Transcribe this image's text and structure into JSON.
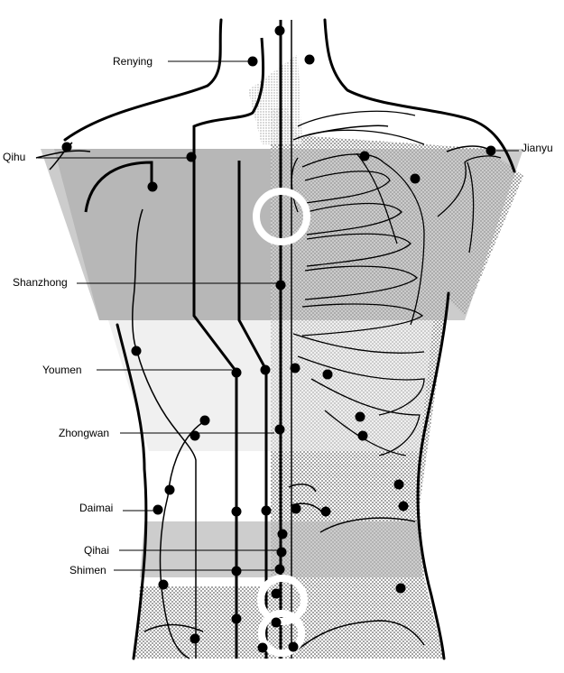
{
  "labels": {
    "renying": "Renying",
    "qihu": "Qihu",
    "jianyu": "Jianyu",
    "shanzhong": "Shanzhong",
    "youmen": "Youmen",
    "zhongwan": "Zhongwan",
    "daimai": "Daimai",
    "qihai": "Qihai",
    "shimen": "Shimen"
  },
  "colors": {
    "ink": "#000000",
    "gray_band": "#b0b0b0",
    "light_band": "#e6e6e6",
    "background": "#ffffff"
  }
}
